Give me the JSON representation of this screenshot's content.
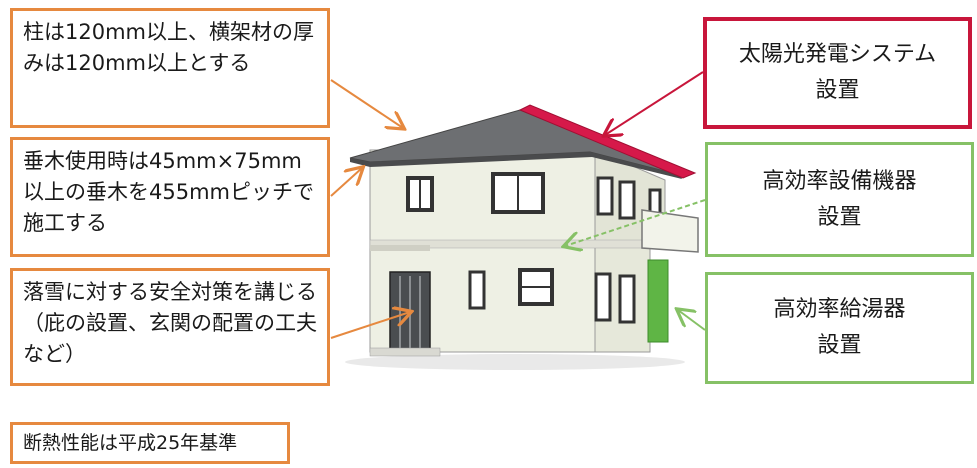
{
  "left_notes": {
    "columns": "柱は120mm以上、横架材の厚みは120mm以上とする",
    "rafters": "垂木使用時は45mm×75mm以上の垂木を455mmピッチで施工する",
    "snow": "落雪に対する安全対策を講じる（庇の設置、玄関の配置の工夫など）",
    "insulation": "断熱性能は平成25年基準"
  },
  "right_notes": {
    "solar_line1": "太陽光発電システム",
    "solar_line2": "設置",
    "equipment_line1": "高効率設備機器",
    "equipment_line2": "設置",
    "water_heater_line1": "高効率給湯器",
    "water_heater_line2": "設置"
  },
  "colors": {
    "orange": "#e6893f",
    "red": "#c8163b",
    "green": "#86c166",
    "roof": "#6d6f72",
    "solar_panel": "#d6194a",
    "wall": "#eef0e4"
  }
}
